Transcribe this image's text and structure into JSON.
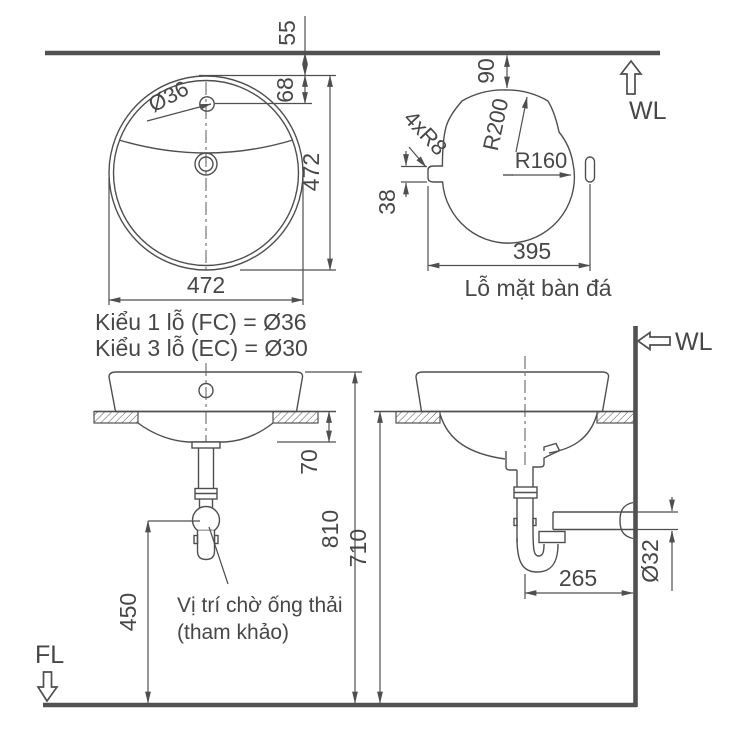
{
  "drawing": {
    "reference_marks": {
      "wall_label_top": "WL",
      "wall_label_side": "WL",
      "floor_label": "FL"
    },
    "plan_view": {
      "dim_wall_to_rim": "55",
      "dim_rim_to_faucet_hole": "68",
      "dim_height": "472",
      "dim_width": "472",
      "faucet_hole_label": "Ø36",
      "note_type_1": "Kiểu 1 lỗ (FC) = Ø36",
      "note_type_2": "Kiểu 3 lỗ (EC) = Ø30"
    },
    "countertop_cutout": {
      "dim_wall_gap": "90",
      "radius_back": "R200",
      "radius_main": "R160",
      "fillet_label": "4xR8",
      "dim_slot_height": "38",
      "dim_width": "395",
      "caption": "Lỗ mặt bàn đá"
    },
    "front_view": {
      "dim_counter_to_bowl": "70",
      "dim_floor_to_waste": "450",
      "dim_floor_to_rim": "810",
      "note_waste_line1": "Vị trí chờ ống thải",
      "note_waste_line2": "(tham khảo)"
    },
    "side_view": {
      "dim_floor_to_counter": "710",
      "dim_trap_to_wall": "265",
      "dim_waste_pipe_dia": "Ø32"
    }
  },
  "colors": {
    "line": "#4f4f4f",
    "heavy_line": "#515151",
    "text": "#474747",
    "background": "#ffffff"
  }
}
